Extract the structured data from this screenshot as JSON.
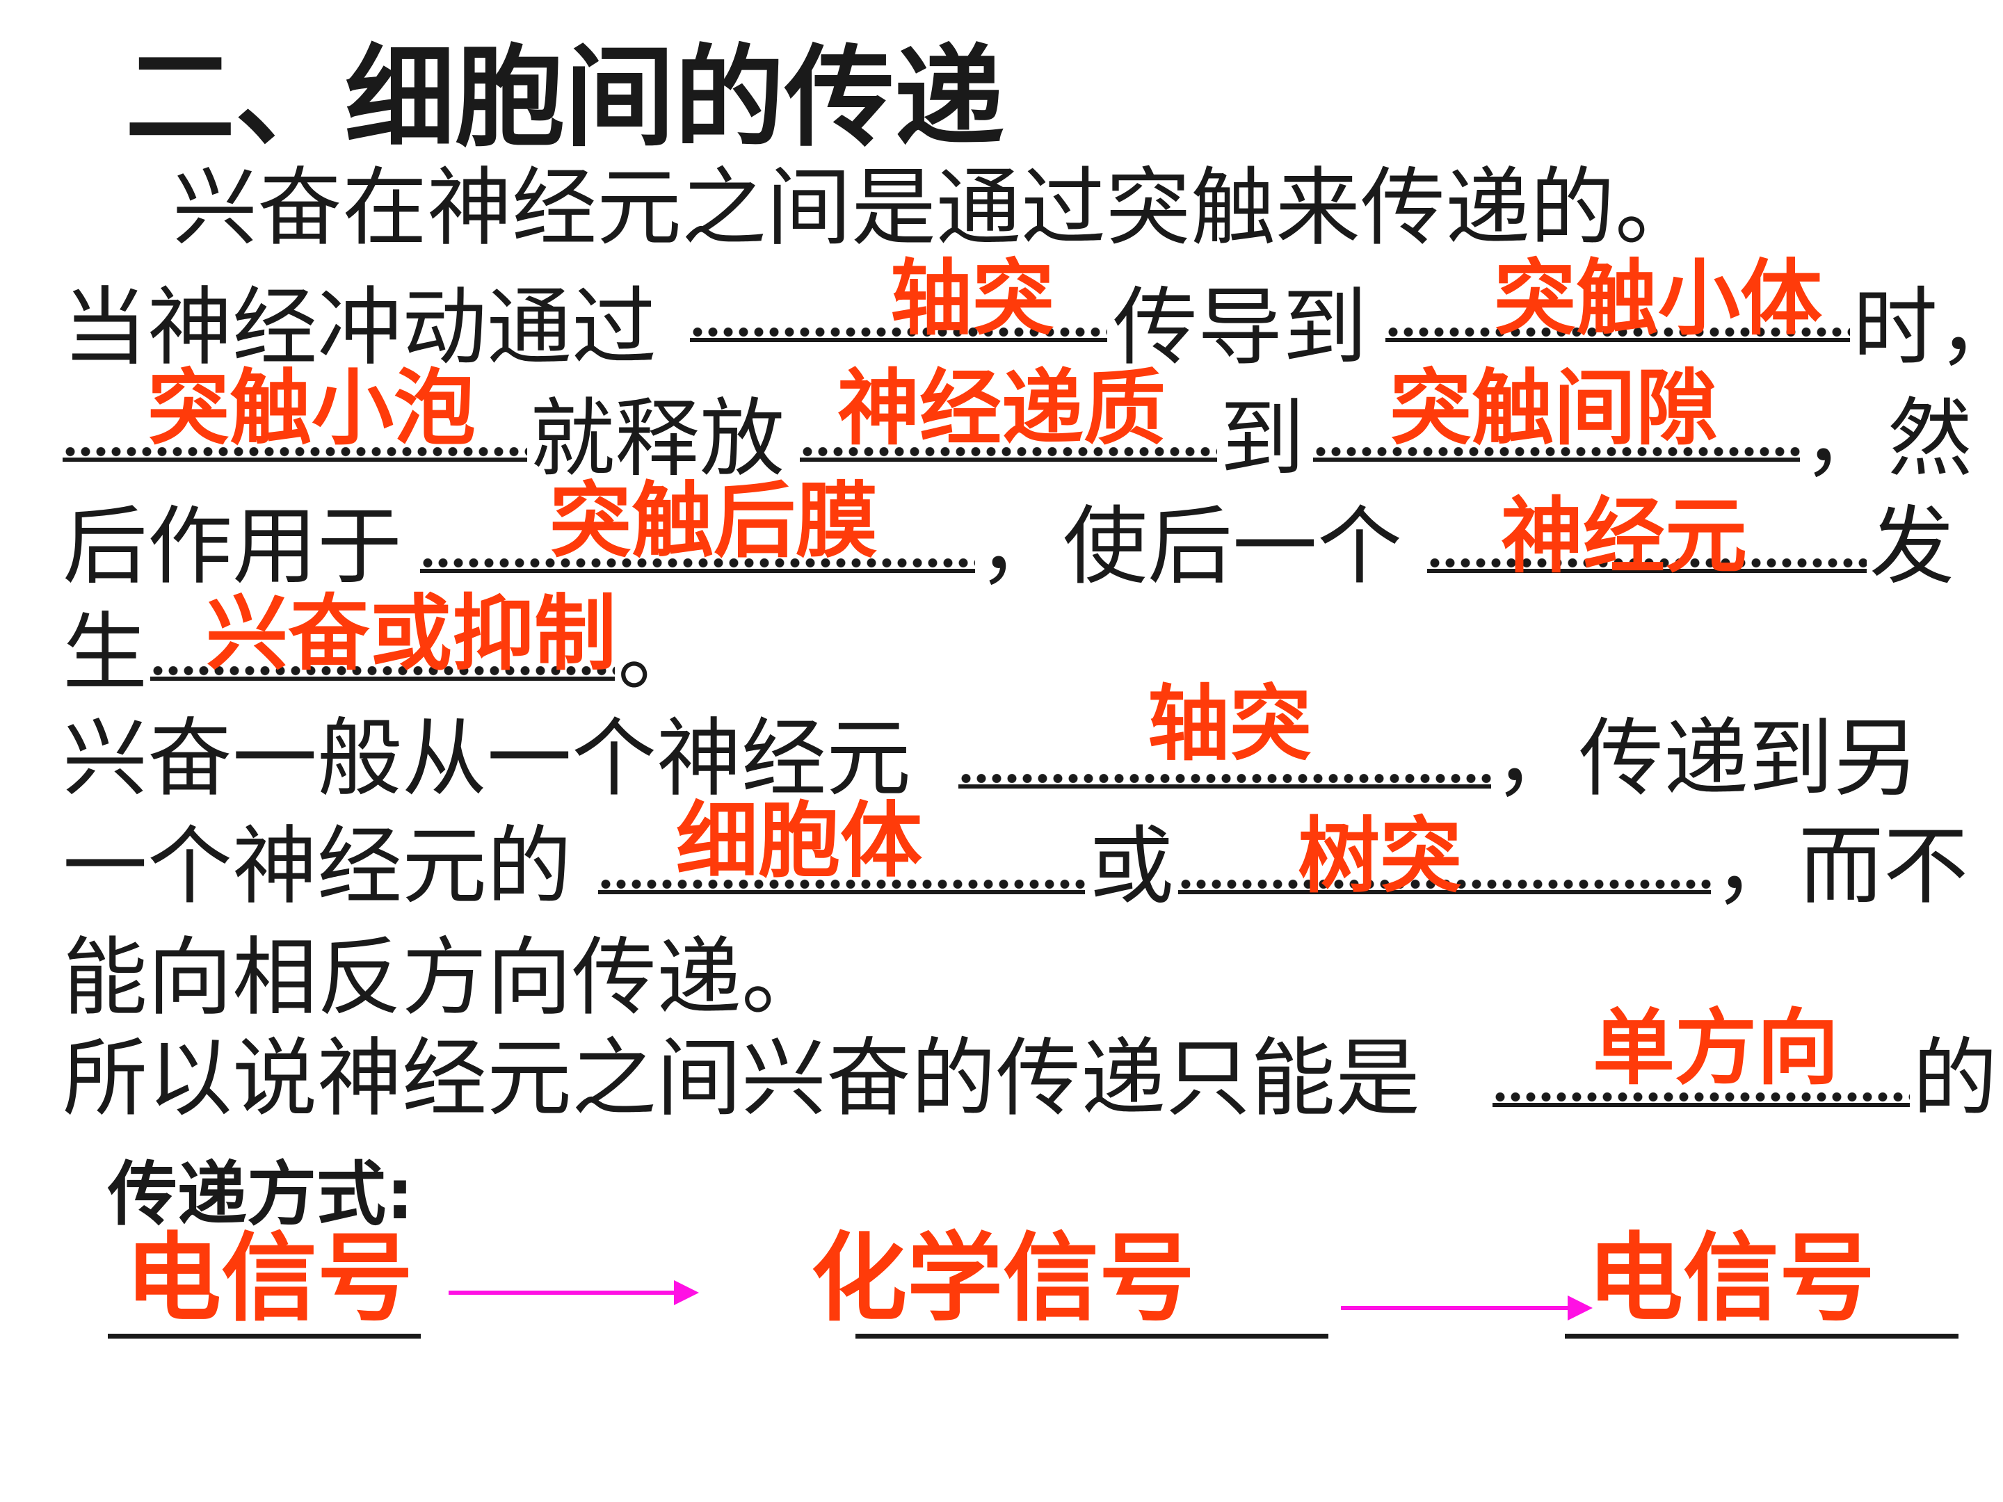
{
  "title": "二、细胞间的传递",
  "intro": "兴奋在神经元之间是通过突触来传递的。",
  "line1": {
    "a": "当神经冲动通过",
    "b": "传导到",
    "c": "时，"
  },
  "line2": {
    "a": "就释放",
    "b": "到",
    "c": "，然"
  },
  "line3": {
    "a": "后作用于",
    "b": "，使后一个",
    "c": "发"
  },
  "line4": {
    "a": "生",
    "b": "。"
  },
  "line5": {
    "a": "兴奋一般从一个神经元",
    "b": "，传递到另"
  },
  "line6": {
    "a": "一个神经元的",
    "b": "或",
    "c": "，而不"
  },
  "line7": "能向相反方向传递。",
  "line8": {
    "a": "所以说神经元之间兴奋的传递只能是",
    "b": "的"
  },
  "answers": {
    "axon_1": "轴突",
    "synaptic_knob": "突触小体",
    "synaptic_vesicle": "突触小泡",
    "neurotransmitter": "神经递质",
    "synaptic_cleft": "突触间隙",
    "postsynaptic_membrane": "突触后膜",
    "neuron": "神经元",
    "excite_or_inhibit": "兴奋或抑制",
    "axon_2": "轴突",
    "cell_body": "细胞体",
    "dendrite": "树突",
    "one_way": "单方向"
  },
  "transmission": {
    "label": "传递方式:",
    "signals": [
      "电信号",
      "化学信号",
      "电信号"
    ]
  },
  "colors": {
    "text": "#1a1a1a",
    "answer": "#ff3b0a",
    "arrow": "#ff10e4"
  }
}
